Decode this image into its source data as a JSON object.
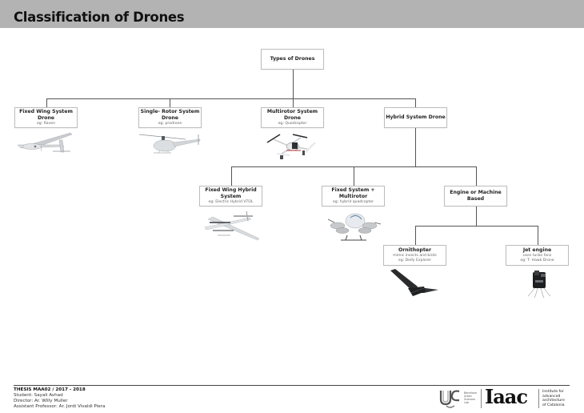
{
  "header": {
    "title": "Classification of Drones"
  },
  "diagram": {
    "root": {
      "name": "Types of Drones"
    },
    "level1": [
      {
        "name_line1": "Fixed Wing System",
        "name_line2": "Drone",
        "example": "eg: Raven",
        "image": "fixed-wing-drone"
      },
      {
        "name_line1": "Single- Rotor System",
        "name_line2": "Drone",
        "example": "eg: prodrone",
        "image": "helicopter-drone"
      },
      {
        "name_line1": "Multirotor System",
        "name_line2": "Drone",
        "example": "eg: Quadcopter",
        "image": "quadcopter-drone"
      },
      {
        "name_line1": "Hybrid System Drone",
        "name_line2": "",
        "example": "",
        "image": ""
      }
    ],
    "level2": [
      {
        "name_line1": "Fixed Wing Hybrid",
        "name_line2": "System",
        "example": "eg: Electric Hybrid VTOL",
        "image": "vtol-drone"
      },
      {
        "name_line1": "Fixed System +",
        "name_line2": "Multirotor",
        "example": "eg: hybrid quadcopter",
        "image": "hybrid-quadcopter"
      },
      {
        "name_line1": "Engine or Machine",
        "name_line2": "Based",
        "example": "",
        "image": ""
      }
    ],
    "level3": [
      {
        "name": "Ornithopter",
        "desc": "mimic insects and birds",
        "example": "eg: Deify Explorer",
        "image": "ornithopter-drone"
      },
      {
        "name": "Jet engine",
        "desc": "uses turbo fans",
        "example": "eg: T- Hawk Drone",
        "image": "jet-engine-drone"
      }
    ]
  },
  "footer": {
    "thesis": "THESIS MAA02 / 2017 - 2018",
    "student": "Student: Sayali Avhad",
    "director": "Director: Ar. Willy Muller",
    "assistant": "Assistant Professor: Ar. Jordi Vivaldi Piera",
    "logo_ulc_lines": [
      "Barcelona",
      "Urban",
      "Sciences",
      "Lab"
    ],
    "logo_iaac": "Iaac",
    "logo_iaac_lines": [
      "Institute for",
      "advanced",
      "architecture",
      "of Catalonia"
    ]
  }
}
